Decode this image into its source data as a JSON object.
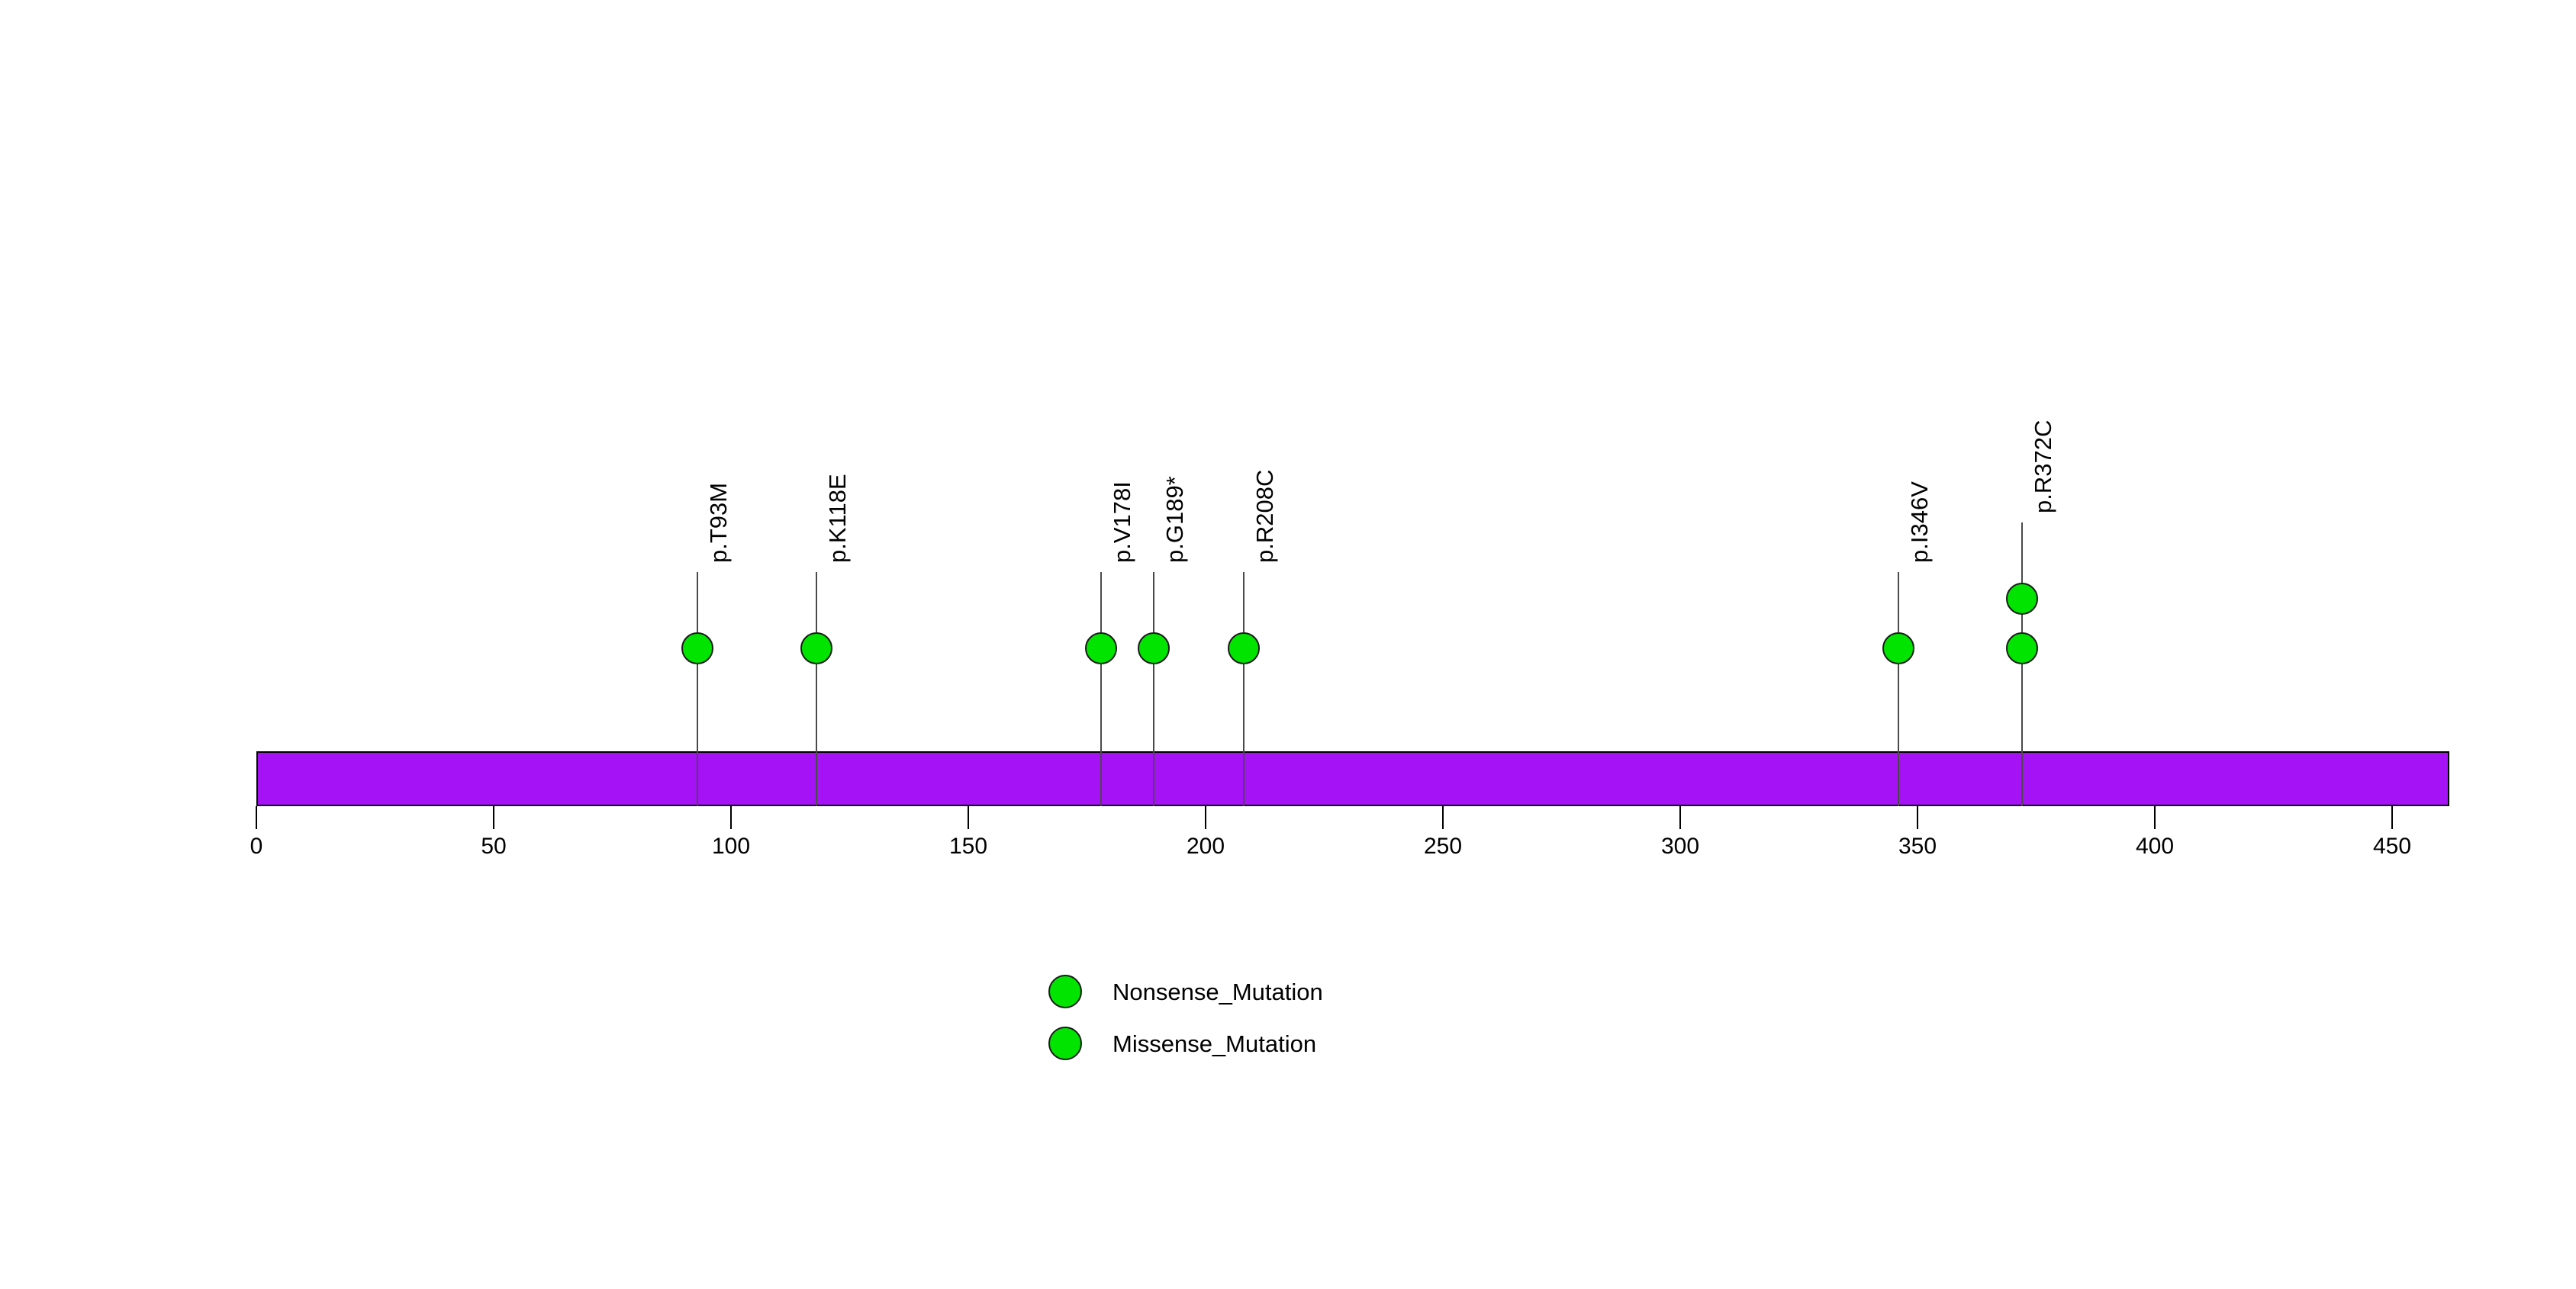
{
  "chart_data": {
    "type": "lollipop",
    "title": "",
    "xlabel": "",
    "ylabel": "",
    "xlim": [
      0,
      462
    ],
    "axis_ticks": [
      0,
      50,
      100,
      150,
      200,
      250,
      300,
      350,
      400,
      450
    ],
    "grid": false,
    "protein": {
      "name": "",
      "length": 462,
      "color": "#a512f5",
      "outline": "#000000"
    },
    "mutations": [
      {
        "label": "p.T93M",
        "position": 93,
        "count": 1,
        "type": "Missense_Mutation",
        "color": "#00e400"
      },
      {
        "label": "p.K118E",
        "position": 118,
        "count": 1,
        "type": "Missense_Mutation",
        "color": "#00e400"
      },
      {
        "label": "p.V178I",
        "position": 178,
        "count": 1,
        "type": "Missense_Mutation",
        "color": "#00e400"
      },
      {
        "label": "p.G189*",
        "position": 189,
        "count": 1,
        "type": "Nonsense_Mutation",
        "color": "#00e400"
      },
      {
        "label": "p.R208C",
        "position": 208,
        "count": 1,
        "type": "Missense_Mutation",
        "color": "#00e400"
      },
      {
        "label": "p.I346V",
        "position": 346,
        "count": 1,
        "type": "Missense_Mutation",
        "color": "#00e400"
      },
      {
        "label": "p.R372C",
        "position": 372,
        "count": 2,
        "type": "Missense_Mutation",
        "color": "#00e400"
      }
    ],
    "legend": {
      "position": "bottom-center",
      "entries": [
        {
          "label": "Nonsense_Mutation",
          "color": "#00e400"
        },
        {
          "label": "Missense_Mutation",
          "color": "#00e400"
        }
      ]
    }
  }
}
